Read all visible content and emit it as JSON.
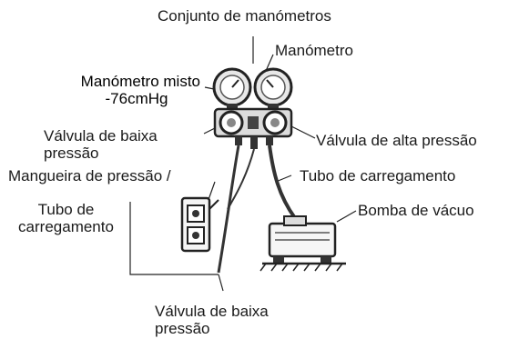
{
  "labels": {
    "gauge_set": "Conjunto de manómetros",
    "gauge": "Manómetro",
    "compound_gauge_line1": "Manómetro misto",
    "compound_gauge_line2": "-76cmHg",
    "low_valve_line1": "Válvula de baixa",
    "low_valve_line2": "pressão",
    "high_valve": "Válvula de alta pressão",
    "pressure_hose": "Mangueira de pressão /",
    "charge_hose_right": "Tubo de carregamento",
    "charge_hose_left_line1": "Tubo de",
    "charge_hose_left_line2": "carregamento",
    "vacuum_pump": "Bomba de vácuo",
    "bottom_valve_line1": "Válvula de baixa",
    "bottom_valve_line2": "pressão"
  }
}
